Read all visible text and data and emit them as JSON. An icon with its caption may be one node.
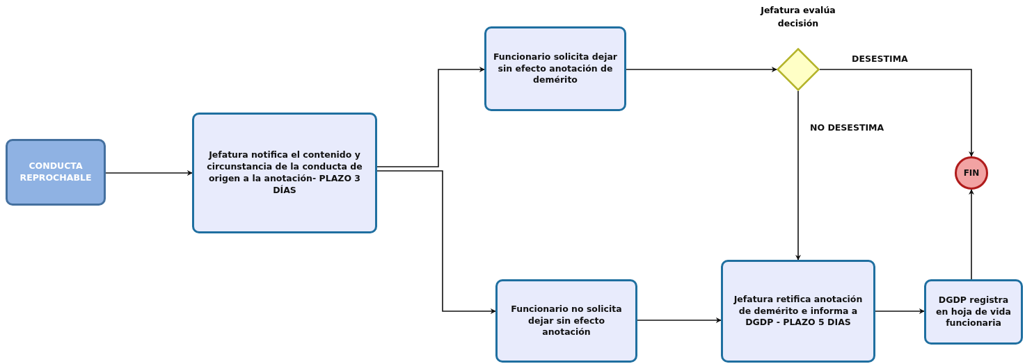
{
  "diagram": {
    "nodes": [
      {
        "text": [
          "CONDUCTA REPROCHABLE"
        ]
      },
      {
        "text": [
          "Jefatura notifica el contenido y circunstancia de la conducta de origen a la anotación- PLAZO 3 DÍAS"
        ]
      },
      {
        "text": [
          "Funcionario solicita dejar sin efecto anotación de demérito"
        ]
      },
      {
        "text": [
          "Jefatura evalúa decisión"
        ]
      },
      {
        "text": [
          "FIN"
        ]
      },
      {
        "text": [
          "Funcionario no solicita dejar sin efecto anotación"
        ]
      },
      {
        "text": [
          "Jefatura retifica anotación de demérito e informa a DGDP - PLAZO 5 DIAS"
        ]
      },
      {
        "text": [
          "DGDP registra en hoja de vida funcionaria"
        ]
      }
    ],
    "edges": [
      {
        "from": 0,
        "to": 1,
        "arrow": "to"
      },
      {
        "from": 1,
        "to": 2,
        "arrow": "to"
      },
      {
        "from": 1,
        "to": 5,
        "arrow": "to"
      },
      {
        "from": 2,
        "to": 3,
        "arrow": "to"
      },
      {
        "from": 3,
        "to": 4,
        "arrow": "to",
        "label": "DESESTIMA"
      },
      {
        "from": 3,
        "to": 6,
        "arrow": "to",
        "label": "NO DESESTIMA"
      },
      {
        "from": 5,
        "to": 6,
        "arrow": "to"
      },
      {
        "from": 6,
        "to": 7,
        "arrow": "to"
      },
      {
        "from": 7,
        "to": 4,
        "arrow": "to"
      }
    ]
  }
}
